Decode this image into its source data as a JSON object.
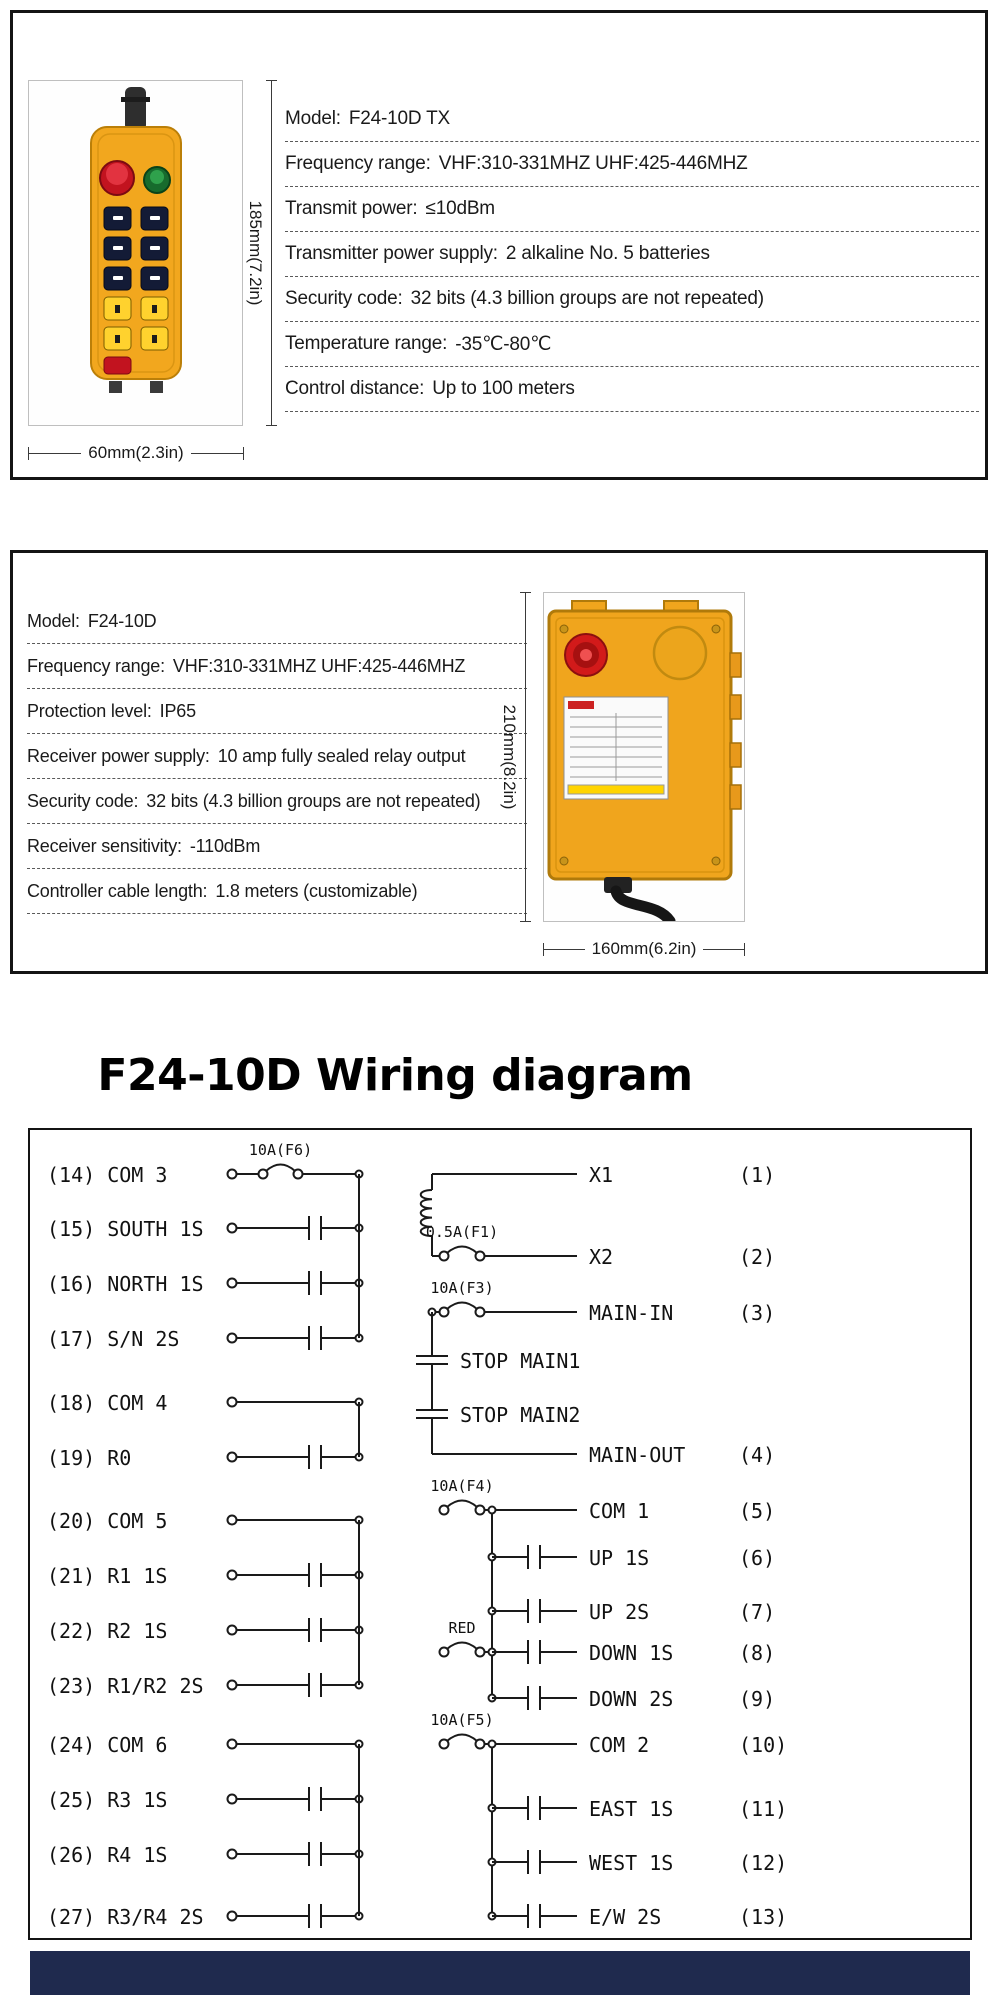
{
  "transmitter": {
    "dims": {
      "height": "185mm(7.2in)",
      "width": "60mm(2.3in)"
    },
    "specs": [
      {
        "label": "Model:",
        "value": "F24-10D TX"
      },
      {
        "label": "Frequency range:",
        "value": "VHF:310-331MHZ UHF:425-446MHZ"
      },
      {
        "label": "Transmit power:",
        "value": "≤10dBm"
      },
      {
        "label": "Transmitter power supply:",
        "value": "2 alkaline No. 5 batteries"
      },
      {
        "label": "Security code:",
        "value": "32 bits (4.3 billion groups are not repeated)"
      },
      {
        "label": "Temperature range:",
        "value": "-35℃-80℃"
      },
      {
        "label": "Control distance:",
        "value": "Up to 100 meters"
      }
    ]
  },
  "receiver": {
    "dims": {
      "height": "210mm(8.2in)",
      "width": "160mm(6.2in)"
    },
    "specs": [
      {
        "label": "Model:",
        "value": "F24-10D"
      },
      {
        "label": "Frequency range:",
        "value": "VHF:310-331MHZ UHF:425-446MHZ"
      },
      {
        "label": "Protection level:",
        "value": "IP65"
      },
      {
        "label": "Receiver power supply:",
        "value": "10 amp fully sealed relay output"
      },
      {
        "label": "Security code:",
        "value": "32 bits (4.3 billion groups are not repeated)"
      },
      {
        "label": "Receiver sensitivity:",
        "value": "-110dBm"
      },
      {
        "label": "Controller cable length:",
        "value": "1.8 meters (customizable)"
      }
    ]
  },
  "wiring": {
    "title": "F24-10D Wiring diagram",
    "left_rows": [
      {
        "pin": "(14)",
        "label": "COM 3",
        "symbol": "fuse",
        "fuse_label": "10A(F6)"
      },
      {
        "pin": "(15)",
        "label": "SOUTH 1S",
        "symbol": "contact"
      },
      {
        "pin": "(16)",
        "label": "NORTH 1S",
        "symbol": "contact"
      },
      {
        "pin": "(17)",
        "label": "S/N 2S",
        "symbol": "contact"
      },
      {
        "pin": "(18)",
        "label": "COM 4",
        "symbol": "plain"
      },
      {
        "pin": "(19)",
        "label": "R0",
        "symbol": "contact"
      },
      {
        "pin": "(20)",
        "label": "COM 5",
        "symbol": "plain"
      },
      {
        "pin": "(21)",
        "label": "R1 1S",
        "symbol": "contact"
      },
      {
        "pin": "(22)",
        "label": "R2 1S",
        "symbol": "contact"
      },
      {
        "pin": "(23)",
        "label": "R1/R2 2S",
        "symbol": "contact"
      },
      {
        "pin": "(24)",
        "label": "COM 6",
        "symbol": "plain"
      },
      {
        "pin": "(25)",
        "label": "R3 1S",
        "symbol": "contact"
      },
      {
        "pin": "(26)",
        "label": "R4 1S",
        "symbol": "contact"
      },
      {
        "pin": "(27)",
        "label": "R3/R4 2S",
        "symbol": "contact"
      }
    ],
    "left_groups": [
      [
        0,
        3
      ],
      [
        4,
        5
      ],
      [
        6,
        9
      ],
      [
        10,
        13
      ]
    ],
    "right_rows": [
      {
        "label": "X1",
        "pin": "(1)"
      },
      {
        "label": "X2",
        "pin": "(2)",
        "fuse_label": "0.5A(F1)"
      },
      {
        "label": "MAIN-IN",
        "pin": "(3)",
        "fuse_label": "10A(F3)"
      },
      {
        "label": "STOP MAIN1"
      },
      {
        "label": "STOP MAIN2"
      },
      {
        "label": "MAIN-OUT",
        "pin": "(4)"
      },
      {
        "label": "COM 1",
        "pin": "(5)",
        "fuse_label": "10A(F4)"
      },
      {
        "label": "UP 1S",
        "pin": "(6)"
      },
      {
        "label": "UP 2S",
        "pin": "(7)"
      },
      {
        "label": "DOWN 1S",
        "pin": "(8)",
        "note": "RED"
      },
      {
        "label": "DOWN 2S",
        "pin": "(9)"
      },
      {
        "label": "COM 2",
        "pin": "(10)",
        "fuse_label": "10A(F5)"
      },
      {
        "label": "EAST 1S",
        "pin": "(11)"
      },
      {
        "label": "WEST 1S",
        "pin": "(12)"
      },
      {
        "label": "E/W 2S",
        "pin": "(13)"
      }
    ]
  },
  "colors": {
    "body_yellow": "#F2A41F",
    "footer_navy": "#1F2A4E",
    "ink": "#1A1A1A"
  }
}
